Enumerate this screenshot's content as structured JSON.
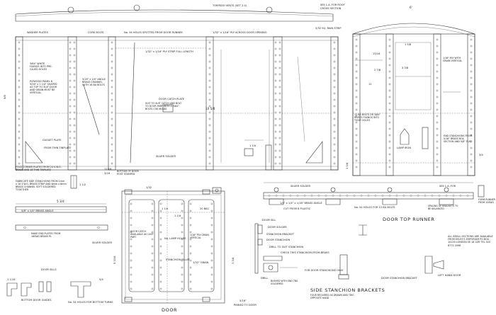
{
  "labels": {
    "torpedo_vents": "TORPEDO VENTS (SET 2.4)",
    "see_la": "SEE L.A. FOR ROOF",
    "cross_section": "CROSS SECTION",
    "fix_rain_strip": "5/32 SQ. RAIN STRIP",
    "washer_plates": "WASHER PLATES",
    "cork_bolts": "CORK BOLTS",
    "holes_spotted": "No. 54 HOLES SPOTTED FROM DOOR RUNNER",
    "ply_across": "1/32\" x 1/16\" PLY ACROSS DOOR OPENING",
    "ply_strip": "1/32\" x 1/16\" PLY STRIP FULL LENGTH",
    "bolts_3_32": "3/64\" WHITE FIXINGS INTO PRE-GLUED HOLES",
    "plywood_panel": "PLYWOOD PANEL 6 5/16\" x 1 1/4\" SHAPED AS TOP TO SUIT DOOR AND GRAIN MUST BE VERTICAL",
    "brass_channel": "5/16\" x 1/4\" ANGLE BRASS CHANNEL WITH 16 BA BOLTS",
    "door_catch": "DOOR CATCH PLATE",
    "door_catch_note": "SUIT TO SUIT CATCH AND BOLT TO DOOR PART WITH 2-3/64\" BOLTS CSK HEADS",
    "gusset_plate": "GUSSET PLATE",
    "from_thin_tinplate": "FROM THIN TINPLATE",
    "silver_solder": "SILVER SOLDER",
    "bottom_post": "BOTTOM OF DOOR POST STAMPED",
    "fold_corner": "FOLD CORNER PLATES FROM 24 S.W.G. BRASS AND 18 THIN TINPLATE",
    "body_framing": "FABRICATE SIDE STANCHIONS FROM 1mm x 18 S.W.G. BRASS STRIP AND 6mm x 6mm BRASS CHANNEL SOFT SOLDERED TOGETHER",
    "angle_brass": "5/8\" x 1/4\" BRASS ANGLE",
    "make_end_plates": "MAKE END PLATES FROM 16SWG BRASS PL",
    "door_sills": "DOOR SILLS",
    "bottom_guides": "BOTTOM DOOR GUIDES",
    "ply_with_grain": "1/16\" PLY WITH GRAIN VERTICAL",
    "bolts_8ba": "12 8A BOLTS OR 3/64\" RIVETS FIXINGS INTO TIGHT HOLES",
    "lamp_iron": "LAMP IRON",
    "end_stanchions": "END STANCHIONS FROM 5/16\" BRASS BOX SECTION AND 5/8\" FLAT",
    "see_la_roof2": "SEE L.A. FOR",
    "form_runner": "FORM RUNNER FROM 20SWG",
    "brass_angle_long": "1/4\" x 1/4\" x 1/16\" BRASS ANGLE",
    "cut_from": "CUT FROM 8 PLASTIC",
    "no_holes": "No. 54 HOLES FOR 12 BA BOLTS",
    "spacing": "SPACING OF BRACKETS TO BE BALANCED",
    "door_top_runner": "DOOR TOP RUNNER",
    "door_sill": "DOOR SILL",
    "door_solder": "DOOR SOLDER",
    "stanchion_bracket": "STANCHION BRACKET",
    "door_stanchion": "DOOR STANCHION",
    "drill_tap": "DRILL TO SUIT STANCHION",
    "check_stanchion": "CHECK THIS STANCHION FROM BRASS",
    "for_door_only": "FOR DOOR STANCHIONS ONLY",
    "bushed_end": "BUSHED WITH END 7BA SOLDERED",
    "side_stanchion_brackets": "SIDE STANCHION BRACKETS",
    "four_required": "FOUR REQUIRED AS DRAWN AND TWO OPPOSITE HAND",
    "left_hand_door": "LEFT HAND DOOR",
    "door_stanchion_bracket": "DOOR STANCHION BRACKET",
    "small_sections": "ALL SMALL SECTIONS ARE AVAILABLE FROM EELES'S EMPORIUM PO BOX 14133 LONDON SE 18 2ZR TEL 020 8771 2096",
    "door_catch_avail": "DOOR CATCH AVAILABLE AS CAST PART",
    "no_lamp": "No. LAMP HOLES",
    "ply_vertical": "1/16\" PLY GRAIN VERTICAL",
    "stanchion_pillet": "STANCHION PILLET",
    "one_32_grain": "1/32\" GRAIN",
    "pinned_to_door": "PINNED TO DOOR",
    "silver_solder2": "SILVER SOLDER",
    "door": "DOOR",
    "drill": "DRILL",
    "holes_bottom": "No. 54 HOLES FOR BOTTOM TURNS",
    "bolt_size": "5/16\""
  },
  "dims": {
    "w_full": "6'",
    "d10_5_8": "10 5/8",
    "d12": "12",
    "d5_3_4": "5 3/4",
    "d1_1_4a": "1 1/4",
    "d1_1_4b": "1 1/4",
    "d1_1_4c": "1 1/4",
    "d11_16": "11/16",
    "d1_1_2": "1 1/2",
    "d5_8": "5/8",
    "d3_16": "3/16",
    "d1_1_8": "1 1/8",
    "d3_3_8": "3 3/8",
    "d1_5_8": "1 5/8",
    "d5_3_16": "5 3/16",
    "d3_3_4": "3 3/4",
    "d2_7_8": "2 7/8",
    "d13_16": "13/16",
    "d11_32": "11/32",
    "d4_1_8": "4 1/8",
    "d2_3_4": "2 3/4",
    "d5_1_4": "5 1/4",
    "d20_bac": "20 BAC",
    "d1_1_4_v": "1 1/4",
    "d3_4": "3/4",
    "d1_1_16": "1 1/16",
    "d5_4": "5/4",
    "d1_32": "1/32",
    "d_half": "1/2"
  }
}
